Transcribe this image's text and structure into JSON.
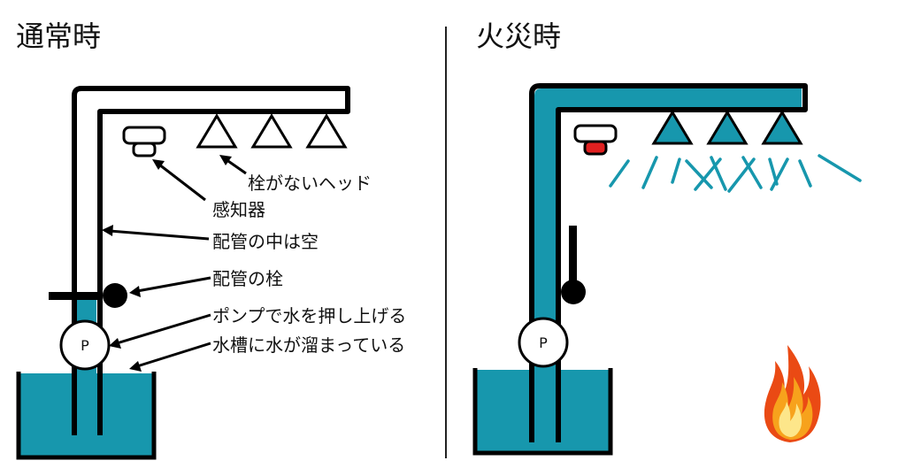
{
  "panels": {
    "normal": {
      "title": "通常時"
    },
    "fire": {
      "title": "火災時"
    }
  },
  "labels": {
    "head": "栓がないヘッド",
    "detector": "感知器",
    "pipe_empty": "配管の中は空",
    "valve": "配管の栓",
    "pump": "ポンプで水を押し上げる",
    "tank": "水槽に水が溜まっている"
  },
  "pump_symbol": "P",
  "colors": {
    "water": "#1797ad",
    "outline": "#000000",
    "detector_alarm": "#e02020",
    "fire_outer": "#ea4a14",
    "fire_mid": "#f7a21c",
    "fire_inner": "#fde68a"
  },
  "icons": [
    "smoke-detector-icon",
    "sprinkler-head-icon",
    "flame-icon"
  ]
}
